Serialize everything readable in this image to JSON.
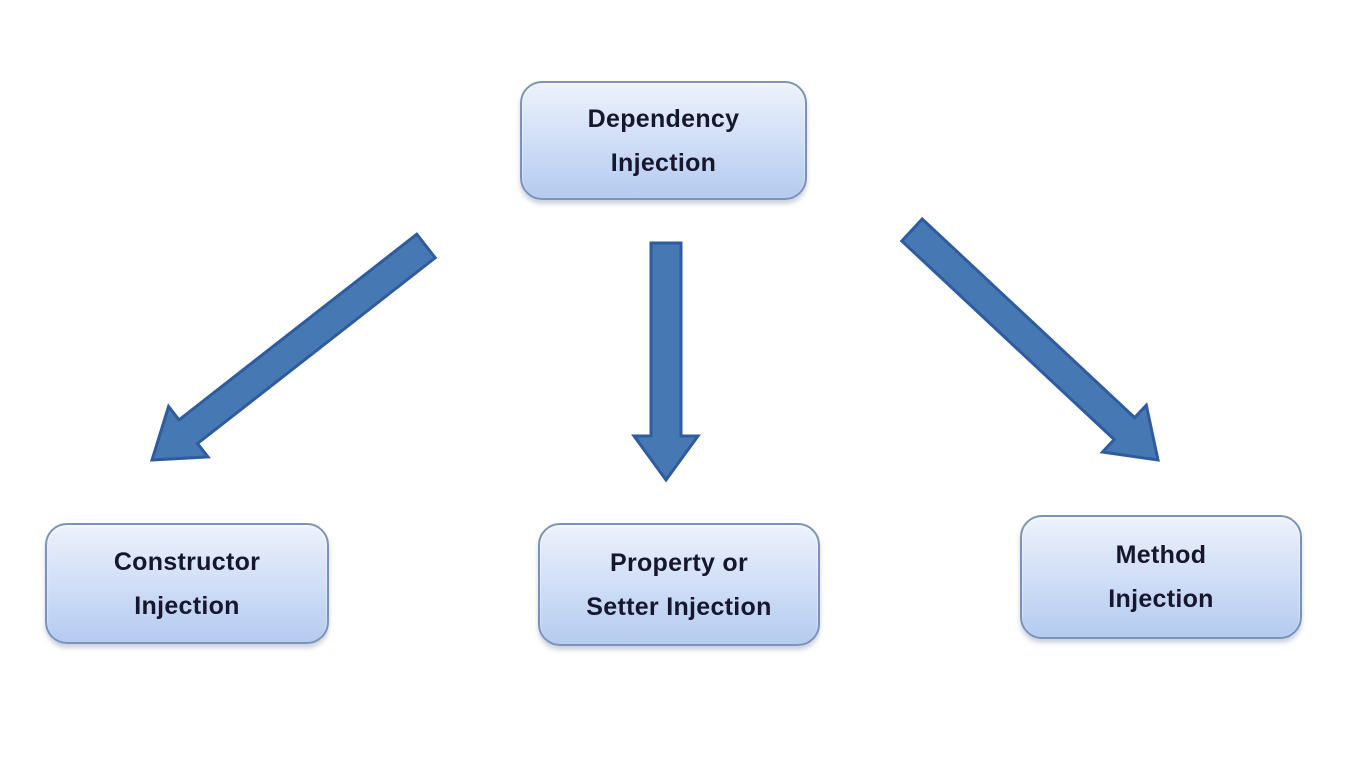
{
  "diagram": {
    "type": "flow-diagram",
    "background": "#ffffff",
    "nodes": [
      {
        "id": "dependency-injection",
        "lines": [
          "Dependency",
          "Injection"
        ]
      },
      {
        "id": "constructor-injection",
        "lines": [
          "Constructor",
          "Injection"
        ]
      },
      {
        "id": "property-setter-injection",
        "lines": [
          "Property or",
          "Setter Injection"
        ]
      },
      {
        "id": "method-injection",
        "lines": [
          "Method",
          "Injection"
        ]
      }
    ],
    "edges": [
      {
        "from": "dependency-injection",
        "to": "constructor-injection"
      },
      {
        "from": "dependency-injection",
        "to": "property-setter-injection"
      },
      {
        "from": "dependency-injection",
        "to": "method-injection"
      }
    ],
    "colors": {
      "arrow_fill": "#4678b4",
      "arrow_stroke": "#2e5c9e",
      "box_border": "#7b93ba",
      "box_gradient_top": "#edf2fc",
      "box_gradient_bottom": "#b4cbf0",
      "text": "#16162e"
    }
  }
}
